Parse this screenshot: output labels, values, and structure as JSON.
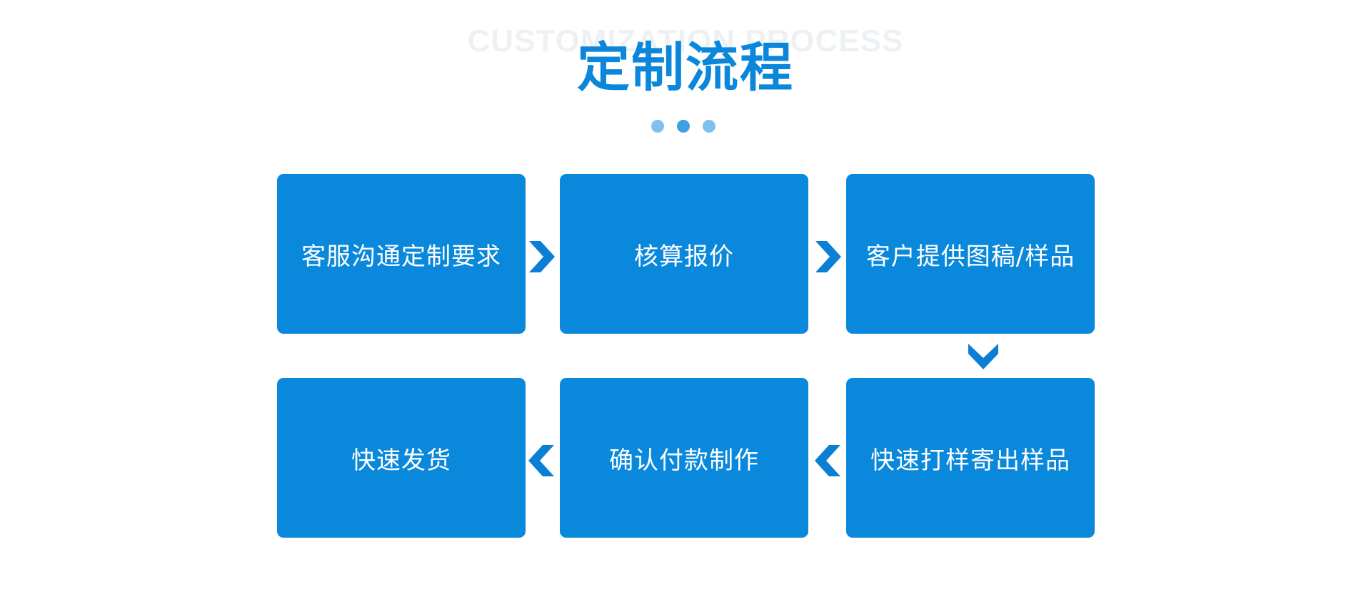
{
  "header": {
    "watermark": "CUSTOMIZATION PROCESS",
    "title": "定制流程"
  },
  "colors": {
    "accent": "#0a88dc",
    "title": "#0a86da",
    "dot_light": "#7ec1ee",
    "dot_mid": "#3f9fe3",
    "arrow": "#0b7fd6"
  },
  "steps": [
    {
      "label": "客服沟通定制要求"
    },
    {
      "label": "核算报价"
    },
    {
      "label": "客户提供图稿/样品"
    },
    {
      "label": "快速打样寄出样品"
    },
    {
      "label": "确认付款制作"
    },
    {
      "label": "快速发货"
    }
  ],
  "arrows": [
    {
      "icon": "chevron-right-icon"
    },
    {
      "icon": "chevron-right-icon"
    },
    {
      "icon": "chevron-down-icon"
    },
    {
      "icon": "chevron-left-icon"
    },
    {
      "icon": "chevron-left-icon"
    }
  ]
}
